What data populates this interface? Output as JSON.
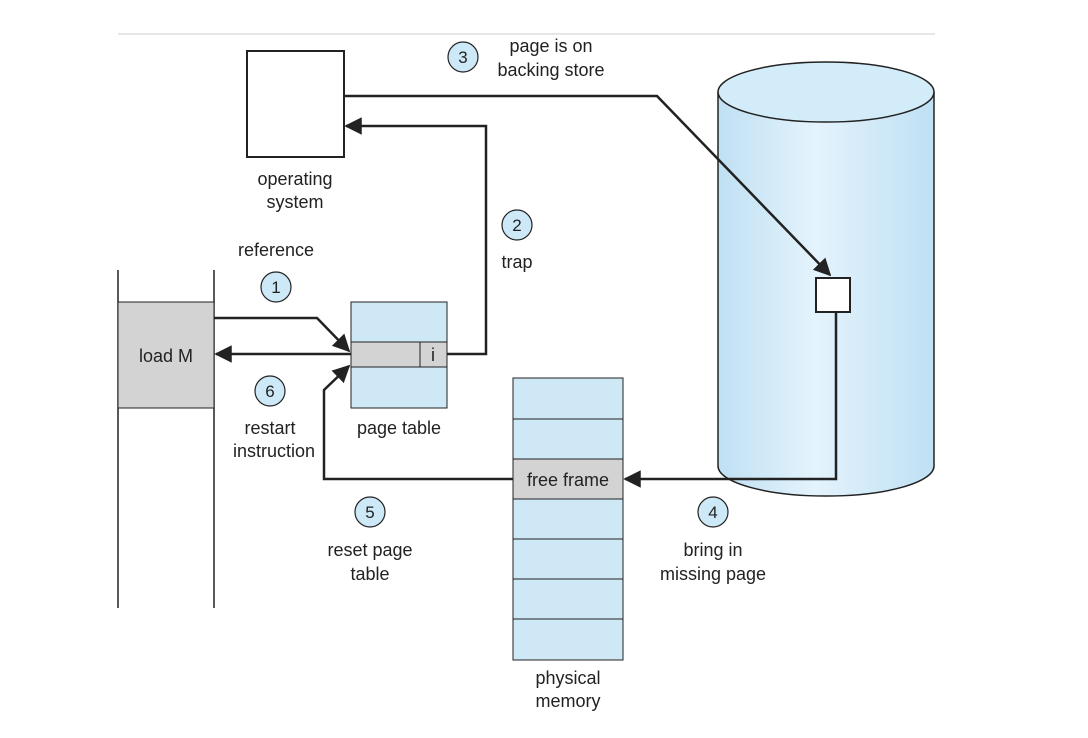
{
  "colors": {
    "box_fill": "#cfe8f6",
    "gray_fill": "#d3d3d3",
    "circle_fill": "#cde9f8",
    "line": "#222222",
    "top_rule": "#e6e6e6"
  },
  "program": {
    "instruction": "load M"
  },
  "operating_system": {
    "label_line1": "operating",
    "label_line2": "system"
  },
  "page_table": {
    "invalid_bit": "i",
    "label": "page table"
  },
  "backing_store": {
    "shape": "cylinder"
  },
  "physical_memory": {
    "free_frame": "free frame",
    "label_line1": "physical",
    "label_line2": "memory"
  },
  "steps": [
    {
      "number": "1",
      "lines": [
        "reference"
      ]
    },
    {
      "number": "2",
      "lines": [
        "trap"
      ]
    },
    {
      "number": "3",
      "lines": [
        "page is on",
        "backing store"
      ]
    },
    {
      "number": "4",
      "lines": [
        "bring in",
        "missing page"
      ]
    },
    {
      "number": "5",
      "lines": [
        "reset page",
        "table"
      ]
    },
    {
      "number": "6",
      "lines": [
        "restart",
        "instruction"
      ]
    }
  ]
}
